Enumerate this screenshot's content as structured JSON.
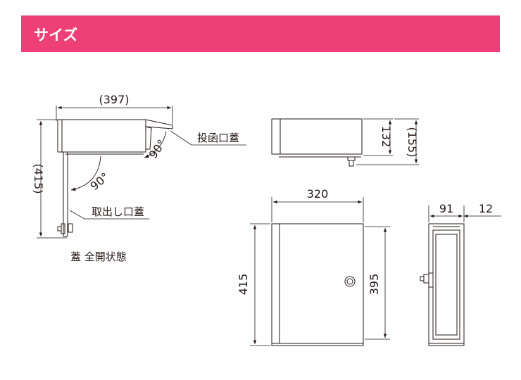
{
  "header": {
    "title": "サイズ",
    "color": "#ef3f78"
  },
  "drawing": {
    "side_open": {
      "width": "(397)",
      "height": "(415)",
      "angle_lid": "90°",
      "angle_door": "90°",
      "label_slot": "投函口蓋",
      "label_takeout": "取出し口蓋",
      "caption": "蓋 全開状態"
    },
    "top_view": {
      "depth": "132",
      "depth_total": "(155)"
    },
    "front_view": {
      "width": "320",
      "height": "415",
      "inner_height": "395"
    },
    "side_view": {
      "depth": "91",
      "protrusion": "12"
    }
  }
}
